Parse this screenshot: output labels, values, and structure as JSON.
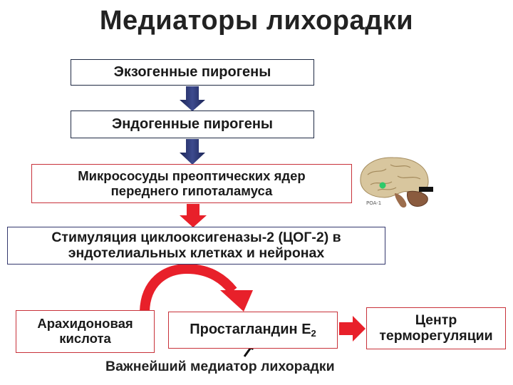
{
  "title": "Медиаторы лихорадки",
  "steps": {
    "exogenous": "Экзогенные пирогены",
    "endogenous": "Эндогенные пирогены",
    "microvessels": {
      "line1": "Микрососуды преоптических ядер",
      "line2": "переднего гипоталамуса"
    },
    "cox2": {
      "line1": "Стимуляция циклооксигеназы-2 (ЦОГ-2) в",
      "line2": "эндотелиальных клетках и нейронах"
    },
    "arachidonic": {
      "line1": "Арахидоновая",
      "line2": "кислота"
    },
    "prostaglandin": {
      "text": "Простагландин Е",
      "subscript": "2"
    },
    "thermo_center": {
      "line1": "Центр",
      "line2": "терморегуляции"
    }
  },
  "footnote": "Важнейший медиатор лихорадки",
  "brain_image": {
    "label": "POA-1"
  },
  "colors": {
    "arrow_blue": "#23306a",
    "arrow_red": "#e8202a",
    "border_red": "#c8323a",
    "border_navy": "#34386e"
  }
}
